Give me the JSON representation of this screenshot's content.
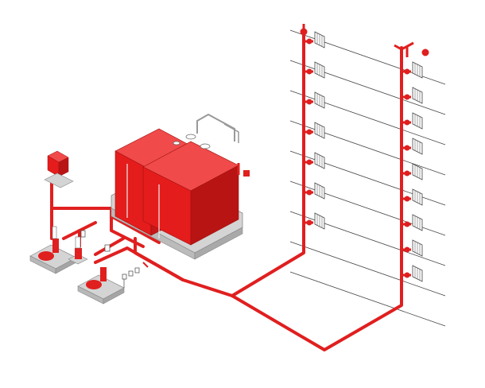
{
  "diagram": {
    "kind": "isometric fire-protection riser system",
    "colors": {
      "pipe": "#e01f1f",
      "tank": "#e51c1c",
      "tank_dark": "#b81414",
      "tank_light": "#f04a4a",
      "base": "#cfcfcf",
      "line": "#555555",
      "hydrant_fill": "#ffffff"
    },
    "left_riser": {
      "floors": 7
    },
    "right_riser": {
      "floors": 9
    },
    "floor_labels": [
      "",
      "",
      "",
      "",
      "",
      "",
      "",
      "",
      ""
    ],
    "components": [
      "storage-tank-1",
      "storage-tank-2",
      "control-panel",
      "pump-unit-1",
      "pump-unit-2",
      "left-riser",
      "right-riser",
      "main-pipe"
    ]
  }
}
